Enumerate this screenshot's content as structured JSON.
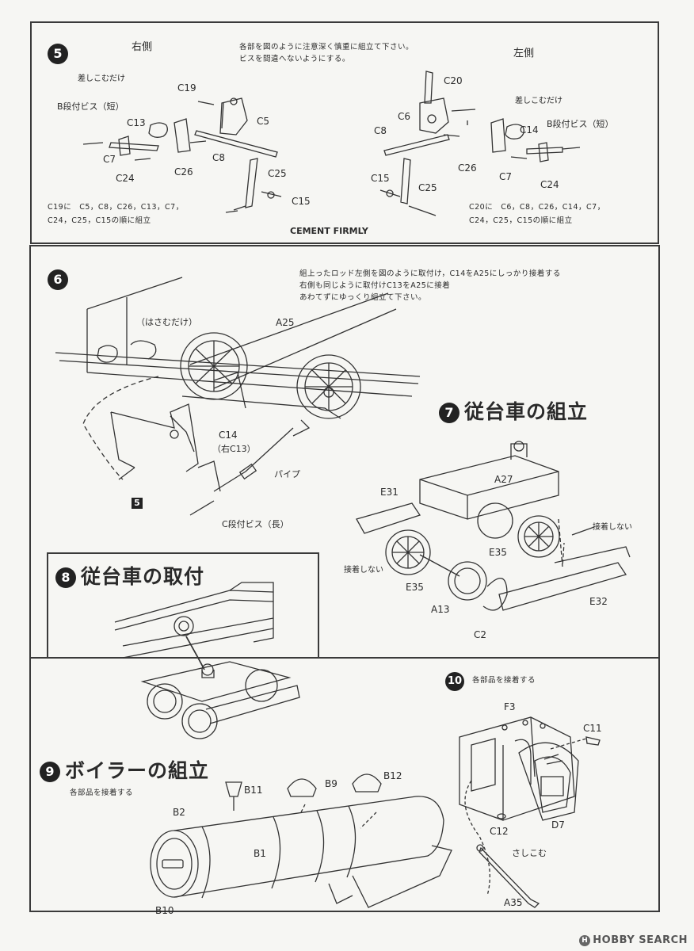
{
  "step5": {
    "number": "5",
    "right_side": "右側",
    "left_side": "左側",
    "instructions_line1": "各部を図のように注意深く慎重に組立て下さい。",
    "instructions_line2": "ビスを間違へないようにする。",
    "labels": {
      "sashikomu_r": "差しこむだけ",
      "c19": "C19",
      "b_bis_r": "B段付ビス（短）",
      "c13": "C13",
      "c5": "C5",
      "c7_r": "C7",
      "c24_r": "C24",
      "c26_r": "C26",
      "c8_r": "C8",
      "c25_r": "C25",
      "c15_r": "C15",
      "c20": "C20",
      "sashikomu_l": "差しこむだけ",
      "c6": "C6",
      "c8_l": "C8",
      "c14": "C14",
      "b_bis_l": "B段付ビス（短）",
      "c26_l": "C26",
      "c7_l": "C7",
      "c24_l": "C24",
      "c15_l": "C15",
      "c25_l": "C25"
    },
    "note_right_1": "C19に　C5，C8，C26，C13，C7，",
    "note_right_2": "C24，C25，C15の順に組立",
    "note_left_1": "C20に　C6，C8，C26，C14，C7，",
    "note_left_2": "C24，C25，C15の順に組立",
    "cement": "CEMENT FIRMLY"
  },
  "step6": {
    "number": "6",
    "instructions_line1": "組上ったロッド左側を図のように取付け，C14をA25にしっかり接着する",
    "instructions_line2": "右側も同じように取付けC13をA25に接着",
    "instructions_line3": "あわてずにゆっくり組立て下さい。",
    "labels": {
      "hasamu": "（はさむだけ）",
      "a25": "A25",
      "c14": "C14",
      "c13": "（右C13）",
      "pipe": "パイプ",
      "c_bis": "C段付ビス（長）",
      "ref": "5"
    }
  },
  "step7": {
    "number": "7",
    "title": "従台車の組立",
    "labels": {
      "a27": "A27",
      "e31": "E31",
      "no_glue_1": "接着しない",
      "e35_a": "E35",
      "no_glue_2": "接着しない",
      "e35_b": "E35",
      "a13": "A13",
      "e32": "E32",
      "c2": "C2"
    }
  },
  "step8": {
    "number": "8",
    "title": "従台車の取付"
  },
  "step9": {
    "number": "9",
    "title": "ボイラーの組立",
    "subtitle": "各部品を接着する",
    "labels": {
      "b11": "B11",
      "b9": "B9",
      "b12": "B12",
      "b2": "B2",
      "b1": "B1",
      "b10": "B10"
    }
  },
  "step10": {
    "number": "10",
    "subtitle": "各部品を接着する",
    "labels": {
      "f3": "F3",
      "c11": "C11",
      "c12": "C12",
      "d7": "D7",
      "sashikomu": "さしこむ",
      "a35": "A35"
    }
  },
  "watermark": {
    "brand": "HOBBY SEARCH",
    "badge": "H"
  }
}
